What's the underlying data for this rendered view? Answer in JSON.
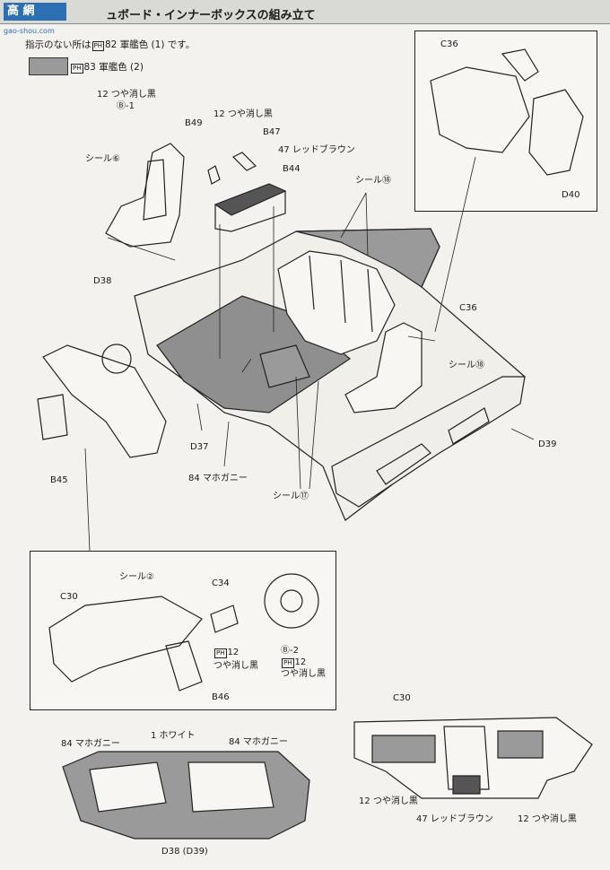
{
  "header": {
    "logo_text": "高 網",
    "logo_url": "gao-shou.com",
    "title": "ュボード・インナーボックスの組み立て"
  },
  "note": {
    "prefix": "指示のない所は",
    "code": "82",
    "suffix": "軍艦色 (1) です。"
  },
  "legend": {
    "code": "83",
    "label": "軍艦色 (2)"
  },
  "colors": {
    "gray_fill": "#9a9a9a",
    "dark_fill": "#555555",
    "header_bg": "#d9d9d6",
    "logo_bg": "#2d6fb3"
  },
  "callouts": {
    "seat_paint": "12 つや消し黒",
    "seat_part": "Ⓑ-1",
    "seal_6": "シール⑥",
    "b49": "B49",
    "b49_paint": "12 つや消し黒",
    "b47": "B47",
    "b47_paint": "47 レッドブラウン",
    "b44": "B44",
    "seal_18_top": "シール⑱",
    "d38": "D38",
    "c36": "C36",
    "seal_18_right": "シール⑱",
    "d37": "D37",
    "d39": "D39",
    "floor_paint": "84 マホガニー",
    "b45": "B45",
    "seal_17": "シール⑰"
  },
  "inset_top_right": {
    "c36": "C36",
    "d40": "D40"
  },
  "inset_dash": {
    "seal_2": "シール②",
    "c34": "C34",
    "c30": "C30",
    "c34_code": "12",
    "c34_paint": "つや消し黒",
    "wheel_part": "Ⓑ-2",
    "wheel_code": "12",
    "wheel_paint": "つや消し黒",
    "b46": "B46"
  },
  "door_panel": {
    "paint_left": "84 マホガニー",
    "paint_white": "1 ホワイト",
    "paint_right": "84 マホガニー",
    "label": "D38 (D39)"
  },
  "dash_detail": {
    "c30": "C30",
    "paint_black_1": "12 つや消し黒",
    "paint_brown": "47 レッドブラウン",
    "paint_black_2": "12 つや消し黒"
  }
}
